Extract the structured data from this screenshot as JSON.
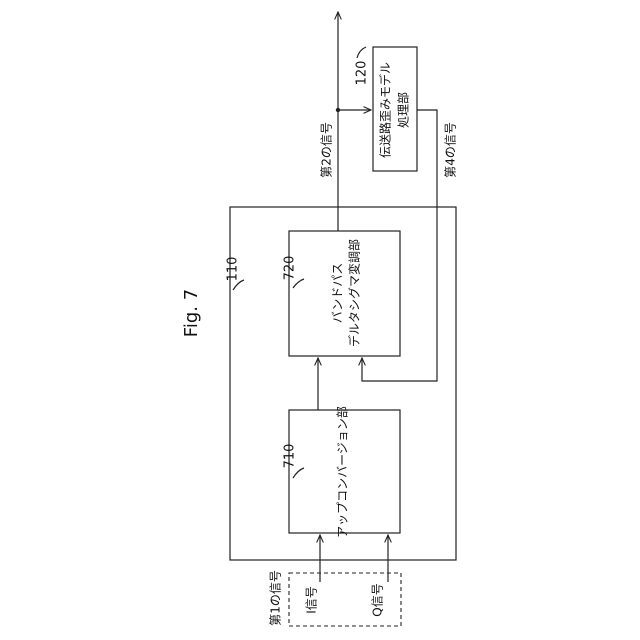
{
  "figure": {
    "title": "Fig. 7"
  },
  "blocks": {
    "outer": {
      "ref": "110"
    },
    "upconverter": {
      "ref": "710",
      "label": "アップコンバージョン部"
    },
    "bandpass": {
      "ref": "720",
      "label_line1": "バンドパス",
      "label_line2": "デルタシグマ変調部"
    },
    "channel_model": {
      "ref": "120",
      "label_line1": "伝送路歪みモデル",
      "label_line2": "処理部"
    }
  },
  "signals": {
    "first": "第1の信号",
    "i": "I信号",
    "q": "Q信号",
    "second": "第2の信号",
    "fourth": "第4の信号"
  }
}
